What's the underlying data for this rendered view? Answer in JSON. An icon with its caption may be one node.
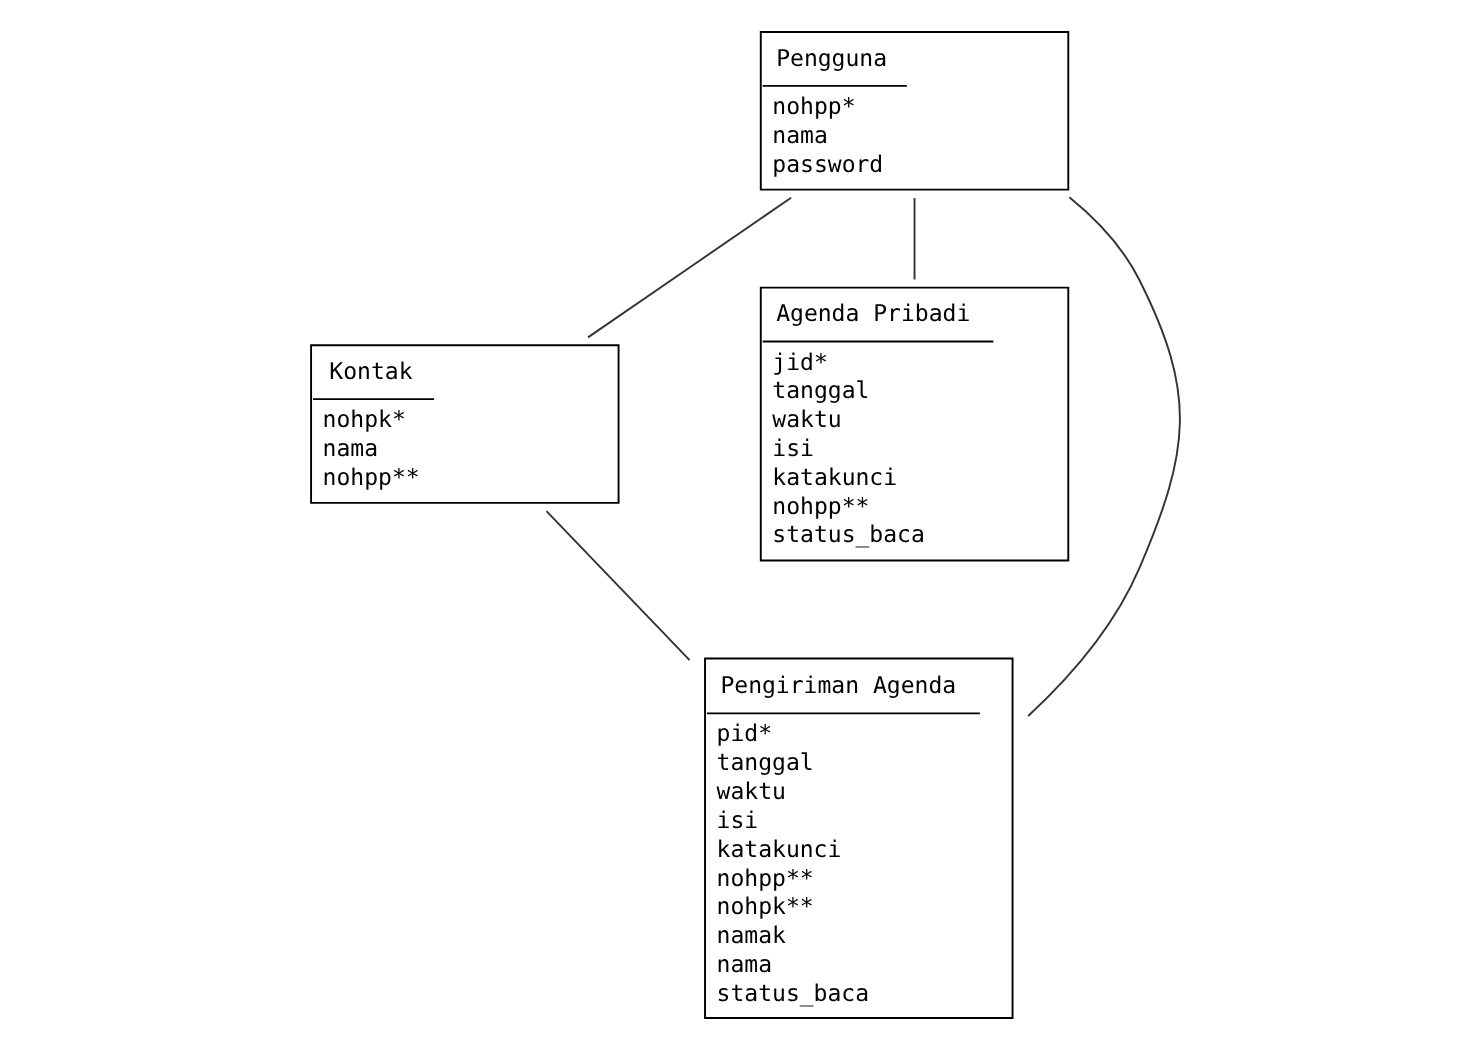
{
  "diagram": {
    "nodes": [
      {
        "text": [
          "Pengguna",
          "nohpp*",
          "nama",
          "password"
        ]
      },
      {
        "text": [
          "Kontak",
          "nohpk*",
          "nama",
          "nohpp**"
        ]
      },
      {
        "text": [
          "Agenda Pribadi",
          "jid*",
          "tanggal",
          "waktu",
          "isi",
          "katakunci",
          "nohpp**",
          "status_baca"
        ]
      },
      {
        "text": [
          "Pengiriman Agenda",
          "pid*",
          "tanggal",
          "waktu",
          "isi",
          "katakunci",
          "nohpp**",
          "nohpk**",
          "namak",
          "nama",
          "status_baca"
        ]
      }
    ],
    "edges": [
      {
        "from": 0,
        "to": 1,
        "arrow": "none"
      },
      {
        "from": 0,
        "to": 3,
        "arrow": "none"
      },
      {
        "from": 0,
        "to": 2,
        "arrow": "none"
      },
      {
        "from": 1,
        "to": 3,
        "arrow": "none"
      }
    ]
  }
}
